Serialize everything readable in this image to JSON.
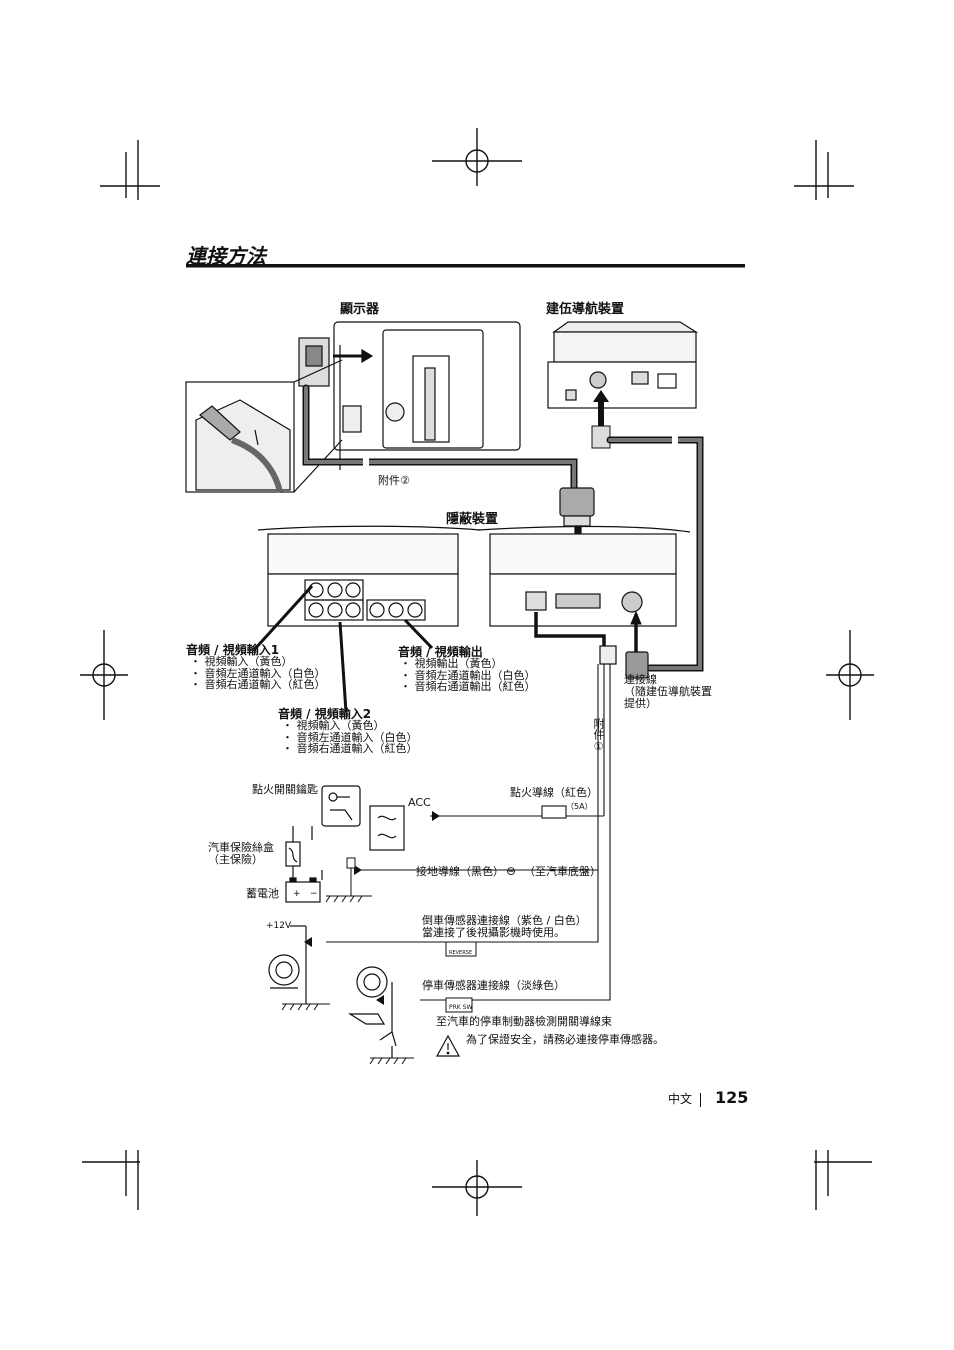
{
  "page": {
    "title": "連接方法",
    "footer": {
      "language": "中文",
      "page_number": "125"
    }
  },
  "labels": {
    "monitor": "顯示器",
    "navigation": "建伍導航裝置",
    "accessory2": "附件②",
    "hideaway": "隱蔽裝置",
    "av_in1_title": "音頻 / 視頻輸入1",
    "av_in1_items": [
      "視頻輸入（黃色）",
      "音頻左通道輸入（白色）",
      "音頻右通道輸入（紅色）"
    ],
    "av_out_title": "音頻 / 視頻輸出",
    "av_out_items": [
      "視頻輸出（黃色）",
      "音頻左通道輸出（白色）",
      "音頻右通道輸出（紅色）"
    ],
    "av_in2_title": "音頻 / 視頻輸入2",
    "av_in2_items": [
      "視頻輸入（黃色）",
      "音頻左通道輸入（白色）",
      "音頻右通道輸入（紅色）"
    ],
    "connection_cable": "連接線",
    "connection_cable_note1": "（隨建伍導航裝置",
    "connection_cable_note2": "提供）",
    "accessory1": "附件①",
    "ignition_key": "點火開關鑰匙",
    "acc": "ACC",
    "ignition_wire": "點火導線（紅色）",
    "fuse_5a": "（5A）",
    "car_fuse_box": "汽車保險絲盒",
    "main_fuse": "（主保險）",
    "battery": "蓄電池",
    "ground_wire": "接地導線（黑色）",
    "ground_symbol": "⊖",
    "to_chassis": "（至汽車底盤）",
    "plus12v": "+12V",
    "reverse_wire": "倒車傳感器連接線（紫色 / 白色）",
    "reverse_note": "當連接了後視攝影機時使用。",
    "reverse_tag": "REVERSE",
    "parking_wire": "停車傳感器連接線（淡綠色）",
    "prk_tag": "PRK SW",
    "parking_note": "至汽車的停車制動器檢測開關導線束",
    "warning": "為了保證安全，請務必連接停車傳感器。"
  }
}
